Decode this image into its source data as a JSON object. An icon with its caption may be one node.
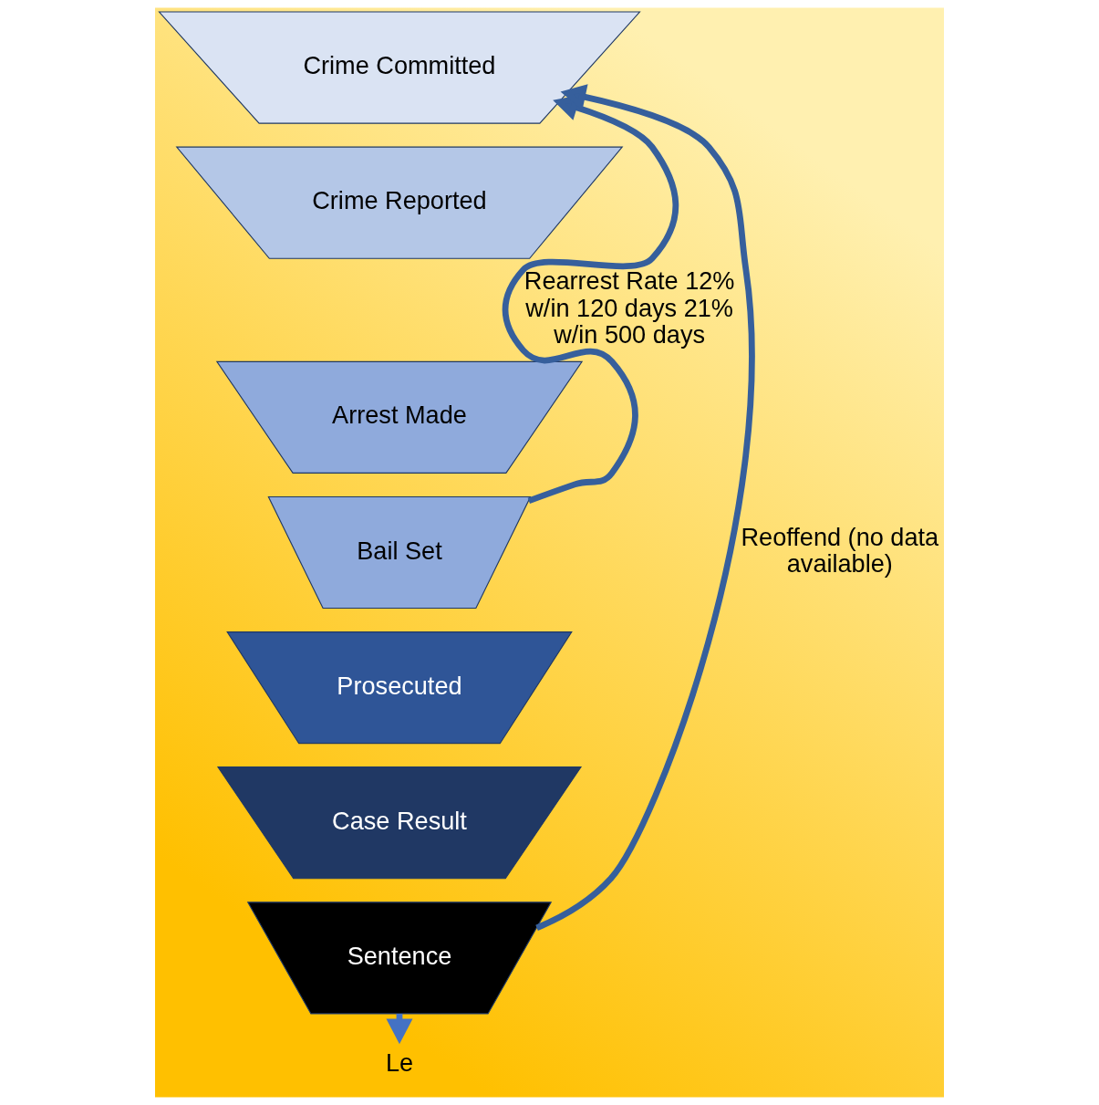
{
  "diagram": {
    "nodes": [
      {
        "text": [
          "Crime Committed"
        ]
      },
      {
        "text": [
          "Crime Reported"
        ]
      },
      {
        "text": [
          "Arrest Made"
        ]
      },
      {
        "text": [
          "Bail Set"
        ]
      },
      {
        "text": [
          "Prosecuted"
        ]
      },
      {
        "text": [
          "Case Result"
        ]
      },
      {
        "text": [
          "Sentence"
        ]
      },
      {
        "text": [
          "Le"
        ]
      }
    ],
    "edges": [
      {
        "from": 3,
        "to": 0,
        "arrow": "to",
        "label": "Rearrest Rate 12% w/in 120 days 21% w/in 500 days"
      },
      {
        "from": 6,
        "to": 0,
        "arrow": "to",
        "label": "Reoffend (no data available)"
      },
      {
        "from": 6,
        "to": 7,
        "arrow": "to",
        "color": "#4472c4"
      }
    ]
  }
}
